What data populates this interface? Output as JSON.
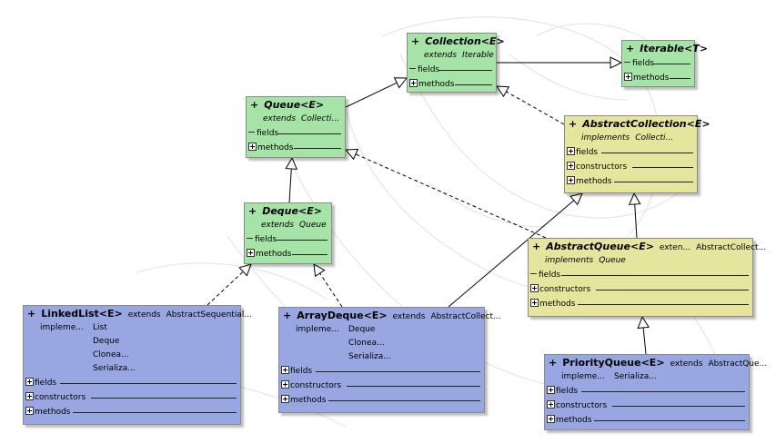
{
  "classes": {
    "collection": {
      "plus": "+",
      "name": "Collection<E>",
      "extends_kw": "extends",
      "extends": "Iterable",
      "sections": [
        "fields",
        "methods"
      ]
    },
    "iterable": {
      "plus": "+",
      "name": "Iterable<T>",
      "sections": [
        "fields",
        "methods"
      ]
    },
    "queue": {
      "plus": "+",
      "name": "Queue<E>",
      "extends_kw": "extends",
      "extends": "Collecti...",
      "sections": [
        "fields",
        "methods"
      ]
    },
    "abstract_collection": {
      "plus": "+",
      "name": "AbstractCollection<E>",
      "implements_kw": "implements",
      "implements": "Collecti...",
      "sections": [
        "fields",
        "constructors",
        "methods"
      ]
    },
    "deque": {
      "plus": "+",
      "name": "Deque<E>",
      "extends_kw": "extends",
      "extends": "Queue",
      "sections": [
        "fields",
        "methods"
      ]
    },
    "abstract_queue": {
      "plus": "+",
      "name": "AbstractQueue<E>",
      "extends_kw": "exten...",
      "extends": "AbstractCollect...",
      "implements_kw": "implements",
      "implements": "Queue",
      "sections": [
        "fields",
        "constructors",
        "methods"
      ]
    },
    "linked_list": {
      "plus": "+",
      "name": "LinkedList<E>",
      "extends_kw": "extends",
      "extends": "AbstractSequential...",
      "implements_kw": "impleme...",
      "implements": [
        "List",
        "Deque",
        "Clonea...",
        "Serializa..."
      ],
      "sections": [
        "fields",
        "constructors",
        "methods"
      ]
    },
    "array_deque": {
      "plus": "+",
      "name": "ArrayDeque<E>",
      "extends_kw": "extends",
      "extends": "AbstractCollect...",
      "implements_kw": "impleme...",
      "implements": [
        "Deque",
        "Clonea...",
        "Serializa..."
      ],
      "sections": [
        "fields",
        "constructors",
        "methods"
      ]
    },
    "priority_queue": {
      "plus": "+",
      "name": "PriorityQueue<E>",
      "extends_kw": "extends",
      "extends": "AbstractQue...",
      "implements_kw": "impleme...",
      "implements": [
        "Serializa..."
      ],
      "sections": [
        "fields",
        "constructors",
        "methods"
      ]
    }
  },
  "colors": {
    "interface": "#a6e3a6",
    "abstract": "#e6e59e",
    "concrete": "#98a6e2"
  }
}
